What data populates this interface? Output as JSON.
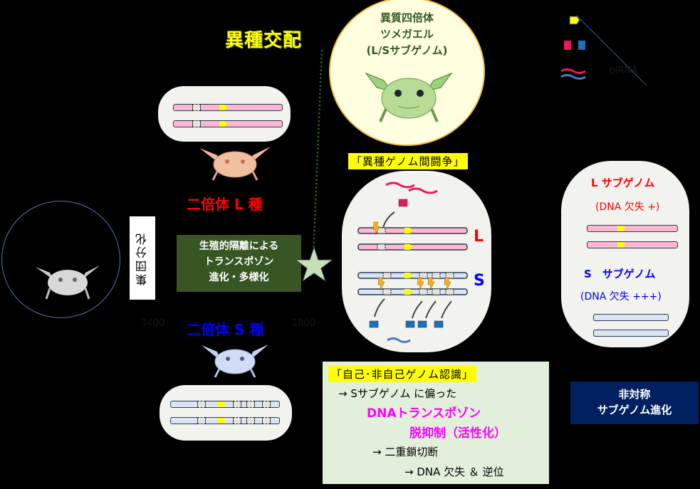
{
  "title": "異種交配",
  "allotetraploid": {
    "line1": "異質四倍体",
    "line2": "ツメガエル",
    "line3": "(L/Sサブゲノム)"
  },
  "legend": {
    "items": [
      {
        "icon": "transposon-icon",
        "color": "#ffff00",
        "label": ""
      },
      {
        "icon": "dna-fragment-icon",
        "colors": [
          "#e8185c",
          "#1f6fc0"
        ],
        "label": ""
      },
      {
        "icon": "pirna-icon",
        "colors": [
          "#e8185c",
          "#4a78c8"
        ],
        "label": "piRNA"
      }
    ]
  },
  "ancestor": {
    "side_label": "集団分化"
  },
  "diploid_L": {
    "label": "二倍体 L 種",
    "color": "#ff0000"
  },
  "diploid_S": {
    "label": "二倍体 S 種",
    "color": "#0000ff",
    "left_num": "3400",
    "right_num": "1800"
  },
  "isolation_box": {
    "line1": "生殖的隔離による",
    "line2": "トランスポゾン",
    "line3": "進化・多様化"
  },
  "conflict": {
    "tag": "「異種ゲノム間闘争」",
    "L_label": "L",
    "S_label": "S"
  },
  "subgenome": {
    "L_title": "L サブゲノム",
    "L_sub": "(DNA 欠失 +)",
    "S_title": "S　サブゲノム",
    "S_sub": "(DNA 欠失 +++)"
  },
  "recognition": {
    "tag": "「自己･非自己ゲノム認識」",
    "line1": "→ Sサブゲノム に偏った",
    "line2": "DNAトランスポゾン",
    "line3": "脱抑制（活性化）",
    "line4": "→ 二重鎖切断",
    "line5": "→ DNA 欠失 ＆ 逆位"
  },
  "asymmetric": {
    "line1": "非対称",
    "line2": "サブゲノム進化"
  },
  "colors": {
    "pink_chrom": "#ffb6d1",
    "blue_chrom": "#dbe4f3",
    "transposon": "#ffff00",
    "dark_green": "#375623",
    "navy": "#002060",
    "magenta": "#ff00ff"
  }
}
